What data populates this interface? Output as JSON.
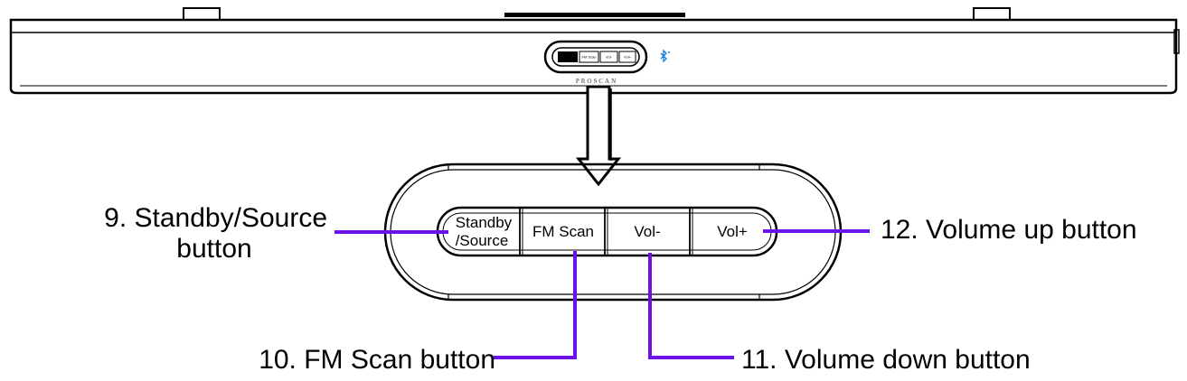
{
  "panel": {
    "buttons": [
      {
        "line1": "Standby",
        "line2": "/Source"
      },
      {
        "label": "FM Scan"
      },
      {
        "label": "Vol-"
      },
      {
        "label": "Vol+"
      }
    ],
    "mini_buttons": [
      "FM Scan",
      "Vol-",
      "Vol+"
    ],
    "brand": "PROSCAN"
  },
  "callouts": {
    "standby_line1": "9. Standby/Source",
    "standby_line2": "button",
    "fm_scan": "10. FM Scan button",
    "volume_down": "11. Volume down button",
    "volume_up": "12. Volume up button"
  },
  "colors": {
    "leader": "#6a12e8",
    "bluetooth": "#1a7fd6",
    "outline": "#000000"
  },
  "icons": {
    "bluetooth": "bluetooth-icon"
  }
}
